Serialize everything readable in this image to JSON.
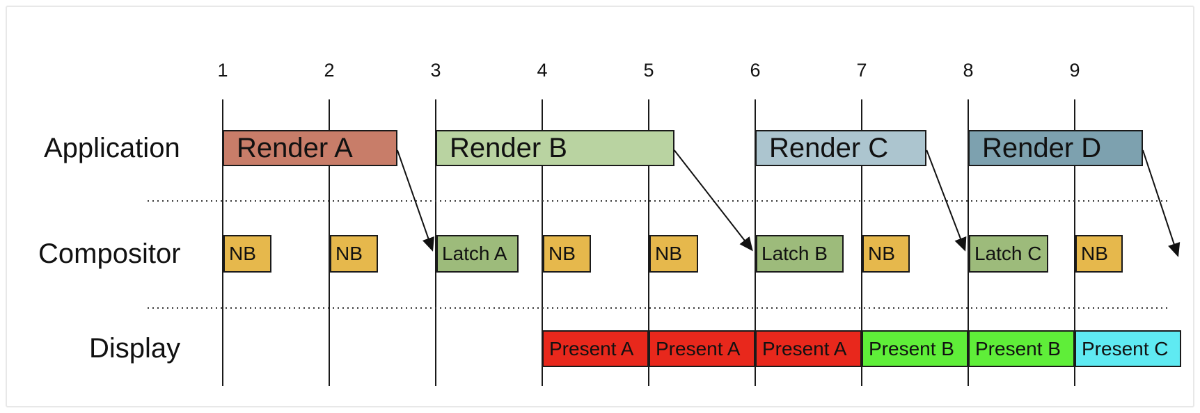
{
  "frame": {
    "border_color": "#e8e8e8",
    "background": "#ffffff"
  },
  "rows": [
    {
      "label": "Application"
    },
    {
      "label": "Compositor"
    },
    {
      "label": "Display"
    }
  ],
  "ticks": [
    "1",
    "2",
    "3",
    "4",
    "5",
    "6",
    "7",
    "8",
    "9"
  ],
  "colors": {
    "render_a": "#c87d69",
    "render_b": "#b9d3a1",
    "render_c": "#acc5cf",
    "render_d": "#7da1af",
    "nb": "#e6b84c",
    "latch": "#9dbb7b",
    "present_a": "#e8281c",
    "present_b": "#5fee39",
    "present_c": "#5feaf2",
    "line": "#1a1a1a"
  },
  "application_boxes": [
    {
      "label": "Render A",
      "start": 1,
      "end": 2.64,
      "color_key": "render_a"
    },
    {
      "label": "Render B",
      "start": 3,
      "end": 5.24,
      "color_key": "render_b"
    },
    {
      "label": "Render C",
      "start": 6,
      "end": 7.61,
      "color_key": "render_c"
    },
    {
      "label": "Render D",
      "start": 8,
      "end": 9.64,
      "color_key": "render_d"
    }
  ],
  "compositor_boxes": [
    {
      "label": "NB",
      "slot": 1,
      "width": 69,
      "color_key": "nb"
    },
    {
      "label": "NB",
      "slot": 2,
      "width": 69,
      "color_key": "nb"
    },
    {
      "label": "Latch A",
      "slot": 3,
      "width": 118,
      "color_key": "latch"
    },
    {
      "label": "NB",
      "slot": 4,
      "width": 69,
      "color_key": "nb"
    },
    {
      "label": "NB",
      "slot": 5,
      "width": 70,
      "color_key": "nb"
    },
    {
      "label": "Latch B",
      "slot": 6,
      "width": 126,
      "color_key": "latch"
    },
    {
      "label": "NB",
      "slot": 7,
      "width": 68,
      "color_key": "nb"
    },
    {
      "label": "Latch C",
      "slot": 8,
      "width": 114,
      "color_key": "latch"
    },
    {
      "label": "NB",
      "slot": 9,
      "width": 68,
      "color_key": "nb"
    }
  ],
  "display_boxes": [
    {
      "label": "Present A",
      "start": 4,
      "end": 5,
      "color_key": "present_a"
    },
    {
      "label": "Present A",
      "start": 5,
      "end": 6,
      "color_key": "present_a"
    },
    {
      "label": "Present A",
      "start": 6,
      "end": 7,
      "color_key": "present_a"
    },
    {
      "label": "Present B",
      "start": 7,
      "end": 8,
      "color_key": "present_b"
    },
    {
      "label": "Present B",
      "start": 8,
      "end": 9,
      "color_key": "present_b"
    },
    {
      "label": "Present C",
      "start": 9,
      "end": 10,
      "color_key": "present_c"
    }
  ],
  "arrows": [
    {
      "from": "Render A",
      "to": "Latch A",
      "from_box": 0,
      "to_slot": 3
    },
    {
      "from": "Render B",
      "to": "Latch B",
      "from_box": 1,
      "to_slot": 6
    },
    {
      "from": "Render C",
      "to": "Latch C",
      "from_box": 2,
      "to_slot": 8
    },
    {
      "from": "Render D",
      "to": null,
      "from_box": 3,
      "to_slot": 10
    }
  ]
}
